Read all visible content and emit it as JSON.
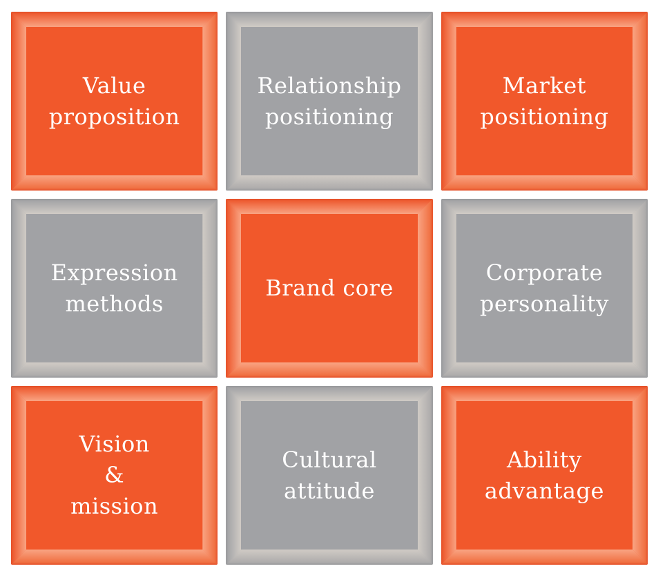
{
  "diagram": {
    "type": "matrix-3x3",
    "grid": {
      "rows": 3,
      "cols": 3,
      "cells": [
        {
          "label": "Value\nproposition",
          "variant": "orange"
        },
        {
          "label": "Relationship\npositioning",
          "variant": "gray"
        },
        {
          "label": "Market\npositioning",
          "variant": "orange"
        },
        {
          "label": "Expression\nmethods",
          "variant": "gray"
        },
        {
          "label": "Brand core",
          "variant": "orange"
        },
        {
          "label": "Corporate\npersonality",
          "variant": "gray"
        },
        {
          "label": "Vision\n&\nmission",
          "variant": "orange"
        },
        {
          "label": "Cultural\nattitude",
          "variant": "gray"
        },
        {
          "label": "Ability\nadvantage",
          "variant": "orange"
        }
      ]
    }
  },
  "theme": {
    "orange-panel": "#F1582B",
    "orange-frame-deep": "#E44E27",
    "orange-frame-base": "#EE5F35",
    "orange-frame-base-lo": "#F07042",
    "orange-frame-highlight": "#F9A483",
    "gray-panel": "#A1A2A5",
    "gray-frame-deep": "#96979A",
    "gray-frame-base": "#A6A6A8",
    "gray-frame-base-lo": "#AEACAC",
    "gray-frame-highlight": "#D0CBC5",
    "label-text": "#FFFFFF",
    "page-background": "#FFFFFF"
  }
}
